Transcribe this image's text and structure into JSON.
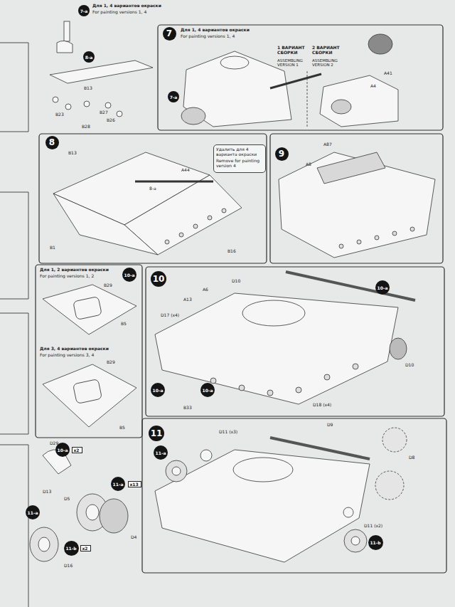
{
  "diagram": {
    "nodes": [
      {
        "text": [
          "7-a"
        ]
      },
      {
        "text": [
          "8-a"
        ]
      },
      {
        "text": [
          "7"
        ]
      },
      {
        "text": [
          "7-a"
        ]
      },
      {
        "text": [
          "8"
        ]
      },
      {
        "text": [
          "Удалить для 4 варианта окраски",
          "Remove for painting version 4"
        ]
      },
      {
        "text": [
          "9"
        ]
      },
      {
        "text": [
          "10-a"
        ]
      },
      {
        "text": [
          "10"
        ]
      },
      {
        "text": [
          "10-a"
        ]
      },
      {
        "text": [
          "10-a"
        ]
      },
      {
        "text": [
          "10-a"
        ]
      },
      {
        "text": [
          "10-a"
        ]
      },
      {
        "text": [
          "x2"
        ]
      },
      {
        "text": [
          "11-a"
        ]
      },
      {
        "text": [
          "x13"
        ]
      },
      {
        "text": [
          "11-b"
        ]
      },
      {
        "text": [
          "x2"
        ]
      },
      {
        "text": [
          "11"
        ]
      },
      {
        "text": [
          "11-a"
        ]
      },
      {
        "text": [
          "11-b"
        ]
      },
      {
        "text": [
          "11-a"
        ]
      }
    ],
    "labels": [
      "Для 1, 4 вариантов окраски",
      "For painting versions 1, 4",
      "B13",
      "B23",
      "B27",
      "B26",
      "B28",
      "Для 1, 4 вариантов окраски",
      "For painting versions 1, 4",
      "1 ВАРИАНТ СБОРКИ",
      "ASSEMBLING VERSION 1",
      "2 ВАРИАНТ СБОРКИ",
      "ASSEMBLING VERSION 2",
      "A41",
      "A4",
      "B13",
      "A44",
      "8-a",
      "B16",
      "B1",
      "A87",
      "A8",
      "Для 1, 2 вариантов окраски",
      "For painting versions 1, 2",
      "B29",
      "B5",
      "Для 3, 4 вариантов окраски",
      "For painting versions 3, 4",
      "B29",
      "B5",
      "D10",
      "A6",
      "A13",
      "D17 (x4)",
      "B33",
      "D18 (x4)",
      "D10",
      "D29",
      "D13",
      "D5",
      "D4",
      "D16",
      "D11 (x3)",
      "D8",
      "D11 (x2)",
      "D9"
    ]
  }
}
